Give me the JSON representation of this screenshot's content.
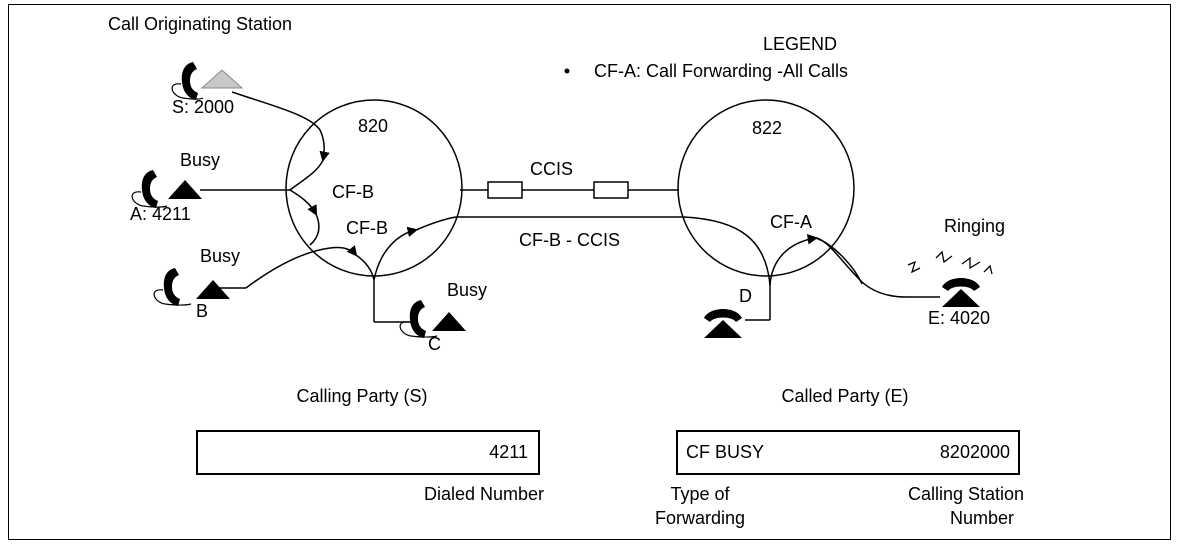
{
  "legend": {
    "title": "LEGEND",
    "bullet": "•",
    "entry": "CF-A:  Call Forwarding -All Calls"
  },
  "originating": {
    "title": "Call Originating Station",
    "station_label": "S: 2000"
  },
  "stations": {
    "a_status": "Busy",
    "a_label": "A: 4211",
    "b_status": "Busy",
    "b_label": "B",
    "c_status": "Busy",
    "c_label": "C",
    "d_label": "D",
    "e_status": "Ringing",
    "e_label": "E: 4020"
  },
  "nodes": {
    "left": "820",
    "right": "822"
  },
  "links": {
    "ccis": "CCIS",
    "cfb_ccis": "CF-B - CCIS",
    "cfb_1": "CF-B",
    "cfb_2": "CF-B",
    "cfa": "CF-A"
  },
  "calling_display": {
    "heading": "Calling Party (S)",
    "value": "4211",
    "caption": "Dialed Number"
  },
  "called_display": {
    "heading": "Called Party (E)",
    "type_value": "CF BUSY",
    "number_value": "8202000",
    "type_caption_1": "Type of",
    "type_caption_2": "Forwarding",
    "number_caption_1": "Calling Station",
    "number_caption_2": "Number"
  },
  "colors": {
    "line": "#000000",
    "phone_fill": "#000000",
    "originating_triangle": "#c8c8c8"
  },
  "icons": [
    "telephone-icon",
    "ringing-bell-icon",
    "triangle-icon"
  ]
}
